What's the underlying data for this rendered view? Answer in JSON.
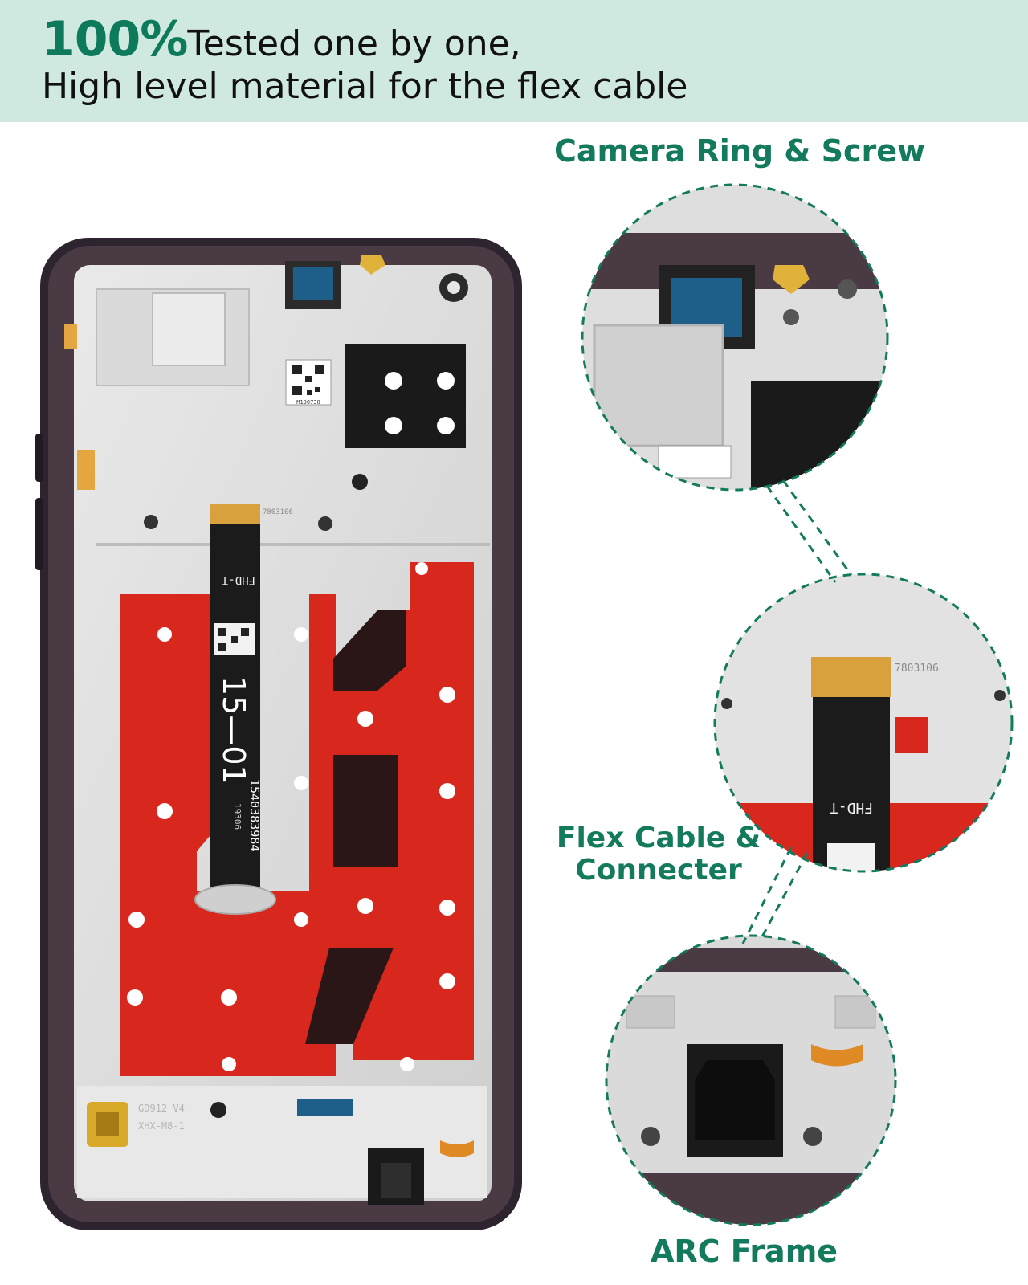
{
  "banner": {
    "highlight": "100%",
    "line1_rest": "Tested one by one,",
    "line2": "High level material for the flex cable",
    "background_color": "#cfe8e0",
    "accent_color": "#0e7a5c"
  },
  "phone": {
    "flex_label": "FHD-T",
    "flex_big_code": "15—01",
    "flex_serial": "1540383984",
    "flex_small_code": "19306",
    "qr_code_text": "M190730",
    "connector_text": "7803106",
    "board_text_1": "GD912 V4",
    "board_text_2": "XHX-M8-1",
    "frame_color": "#2e2430",
    "adhesive_color": "#d8271c"
  },
  "callouts": [
    {
      "label": "Camera Ring & Screw",
      "icon": "camera-ring-zoom"
    },
    {
      "label": "Flex Cable &\nConnecter",
      "label_line1": "Flex Cable &",
      "label_line2": "Connecter",
      "icon": "flex-cable-zoom"
    },
    {
      "label": "ARC Frame",
      "icon": "arc-frame-zoom"
    }
  ],
  "callout_color": "#137a5e"
}
